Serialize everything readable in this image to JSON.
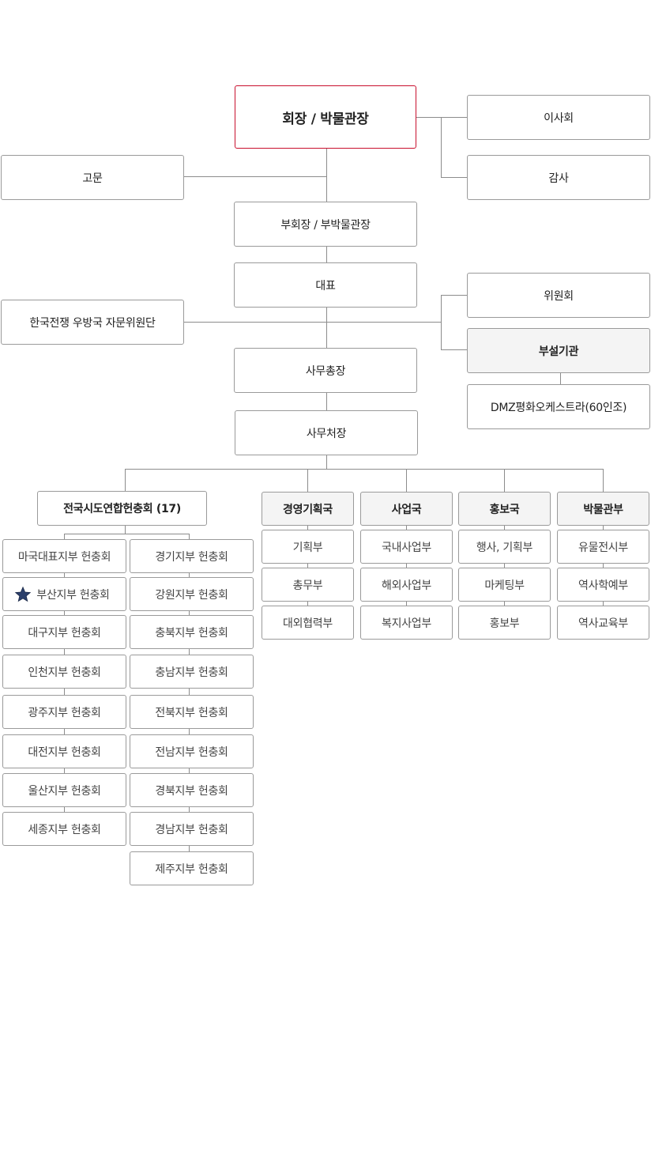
{
  "top": "회장 / 박물관장",
  "board": "이사회",
  "audit": "감사",
  "advisor": "고문",
  "vice": "부회장 / 부박물관장",
  "ceo": "대표",
  "committee_left": "한국전쟁 우방국 자문위원단",
  "committee": "위원회",
  "affiliate": "부설기관",
  "orchestra": "DMZ평화오케스트라(60인조)",
  "secgen": "사무총장",
  "director": "사무처장",
  "federation": "전국시도연합헌충회 (17)",
  "branches_left": [
    "마국대표지부 헌충회",
    "부산지부 헌충회",
    "대구지부 헌충회",
    "인천지부 헌충회",
    "광주지부 헌충회",
    "대전지부 헌충회",
    "울산지부 헌충회",
    "세종지부 헌충회"
  ],
  "branches_right": [
    "경기지부 헌충회",
    "강원지부 헌충회",
    "충북지부 헌충회",
    "충남지부 헌충회",
    "전북지부 헌충회",
    "전남지부 헌충회",
    "경북지부 헌충회",
    "경남지부 헌충회",
    "제주지부 헌충회"
  ],
  "star_icon": "star-icon",
  "star_color": "#2b3f6b",
  "accent_color": "#c8102e",
  "departments": [
    {
      "name": "경영기획국",
      "subs": [
        "기획부",
        "총무부",
        "대외협력부"
      ]
    },
    {
      "name": "사업국",
      "subs": [
        "국내사업부",
        "해외사업부",
        "복지사업부"
      ]
    },
    {
      "name": "홍보국",
      "subs": [
        "행사, 기획부",
        "마케팅부",
        "홍보부"
      ]
    },
    {
      "name": "박물관부",
      "subs": [
        "유물전시부",
        "역사학예부",
        "역사교육부"
      ]
    }
  ]
}
